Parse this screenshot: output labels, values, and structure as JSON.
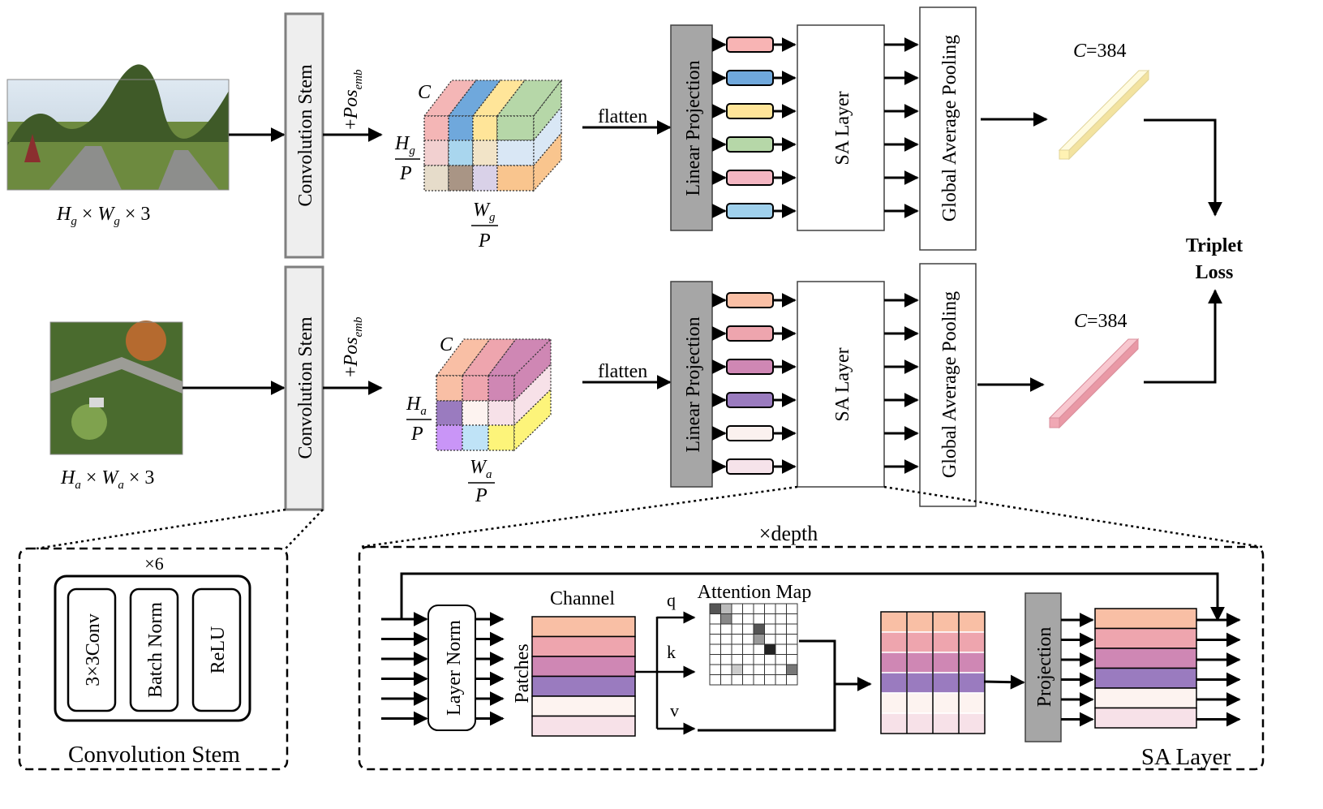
{
  "colors": {
    "panel_gray": "#a6a6a6",
    "stem_fill": "#eeeeee",
    "stem_stroke": "#7f7f7f",
    "ground_vec": "#fff2b3",
    "aerial_vec": "#f0a8b4"
  },
  "ground": {
    "image_icon": "street-panorama-photo",
    "size_label_H": "H",
    "size_label_H_sub": "g",
    "size_label_W": "W",
    "size_label_W_sub": "g",
    "size_label_rest": "× 3",
    "stem_label": "Convolution Stem",
    "pos_plus": "+",
    "pos_label": "Pos",
    "pos_sub": "emb",
    "cube_C": "C",
    "cube_H": "H",
    "cube_H_sub": "g",
    "cube_P1": "P",
    "cube_W": "W",
    "cube_W_sub": "g",
    "cube_P2": "P",
    "flatten": "flatten",
    "linear_projection": "Linear Projection",
    "sa_layer": "SA Layer",
    "gap": "Global Average Pooling",
    "c_label": "C",
    "c_value": "=384",
    "token_colors": [
      "#f8b4b4",
      "#6fa8dc",
      "#ffe599",
      "#b6d7a8",
      "#f4b6c2",
      "#9fd0ec"
    ]
  },
  "aerial": {
    "image_icon": "aerial-satellite-photo",
    "size_label_H": "H",
    "size_label_H_sub": "a",
    "size_label_W": "W",
    "size_label_W_sub": "a",
    "size_label_rest": "× 3",
    "stem_label": "Convolution Stem",
    "pos_plus": "+",
    "pos_label": "Pos",
    "pos_sub": "emb",
    "cube_C": "C",
    "cube_H": "H",
    "cube_H_sub": "a",
    "cube_P1": "P",
    "cube_W": "W",
    "cube_W_sub": "a",
    "cube_P2": "P",
    "flatten": "flatten",
    "linear_projection": "Linear Projection",
    "sa_layer": "SA Layer",
    "gap": "Global Average Pooling",
    "c_label": "C",
    "c_value": "=384",
    "token_colors": [
      "#f9bfa5",
      "#eea5ae",
      "#cf87b4",
      "#9a7bbf",
      "#fbf1ef",
      "#f6e3ea"
    ]
  },
  "loss": {
    "line1": "Triplet",
    "line2": "Loss"
  },
  "conv_stem_detail": {
    "repeat": "×6",
    "blocks": [
      "3×3Conv",
      "Batch Norm",
      "ReLU"
    ],
    "title": "Convolution Stem"
  },
  "sa_detail": {
    "depth": "×depth",
    "layer_norm": "Layer Norm",
    "channel": "Channel",
    "patches": "Patches",
    "q": "q",
    "k": "k",
    "v": "v",
    "attention_map": "Attention Map",
    "projection": "Projection",
    "title": "SA Layer",
    "stripe_colors": [
      "#f9bfa5",
      "#eea5ae",
      "#cf87b4",
      "#9a7bbf",
      "#fdf3f0",
      "#f7e1e8"
    ]
  }
}
